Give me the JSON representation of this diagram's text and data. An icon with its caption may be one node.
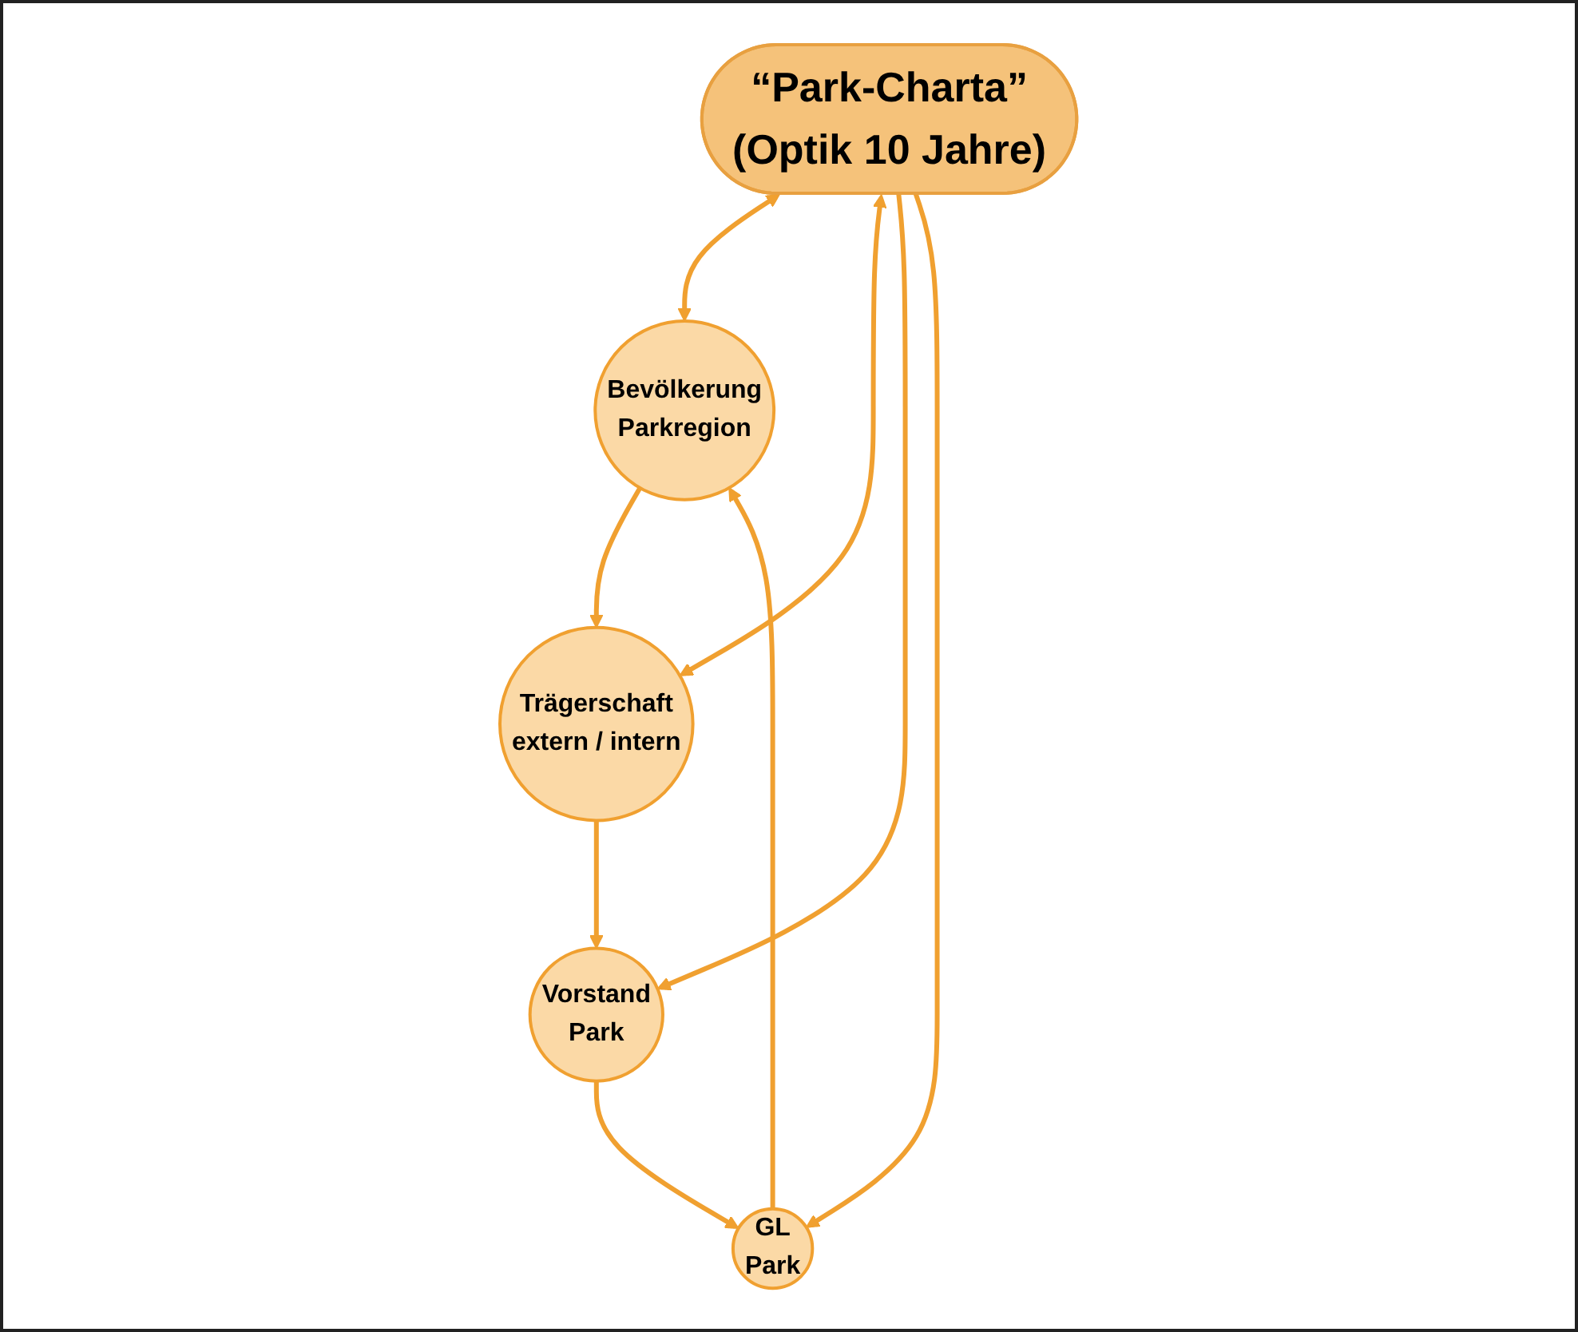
{
  "diagram": {
    "nodes": [
      {
        "text": [
          "“Park-Charta”",
          "(Optik 10 Jahre)"
        ]
      },
      {
        "text": [
          "Bevölkerung",
          "Parkregion"
        ]
      },
      {
        "text": [
          "Trägerschaft",
          "extern / intern"
        ]
      },
      {
        "text": [
          "Vorstand",
          "Park"
        ]
      },
      {
        "text": [
          "GL",
          "Park"
        ]
      }
    ],
    "edges": [
      {
        "from": 1,
        "to": 2,
        "arrow": "to"
      },
      {
        "from": 2,
        "to": 3,
        "arrow": "to"
      },
      {
        "from": 3,
        "to": 4,
        "arrow": "to"
      },
      {
        "from": 4,
        "to": 1,
        "arrow": "to"
      },
      {
        "from": 0,
        "to": 1,
        "arrow": "both"
      },
      {
        "from": 0,
        "to": 2,
        "arrow": "both"
      },
      {
        "from": 0,
        "to": 3,
        "arrow": "to"
      },
      {
        "from": 0,
        "to": 4,
        "arrow": "to"
      }
    ]
  }
}
